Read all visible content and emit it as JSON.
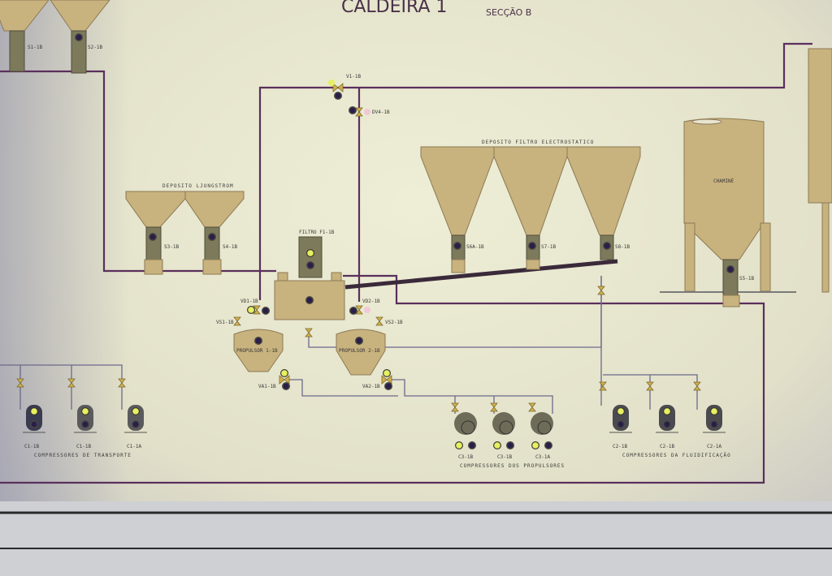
{
  "title": "CALDEIRA 1",
  "subtitle": "SECÇÃO B",
  "top_silos": [
    "S1-1B",
    "S2-1B"
  ],
  "valves_top": {
    "v1": "V1-1B",
    "dv4": "DV4-1B"
  },
  "ljungstrom": {
    "title": "DEPOSITO LJUNGSTROM",
    "silos": [
      "S3-1B",
      "S4-1B"
    ]
  },
  "filter": {
    "title": "FILTRO F1-1B"
  },
  "electrostatic": {
    "title": "DEPOSITO FILTRO ELECTROSTATICO",
    "silos": [
      "S6A-1B",
      "S7-1B",
      "S8-1B"
    ]
  },
  "silo_right": {
    "title": "CHAMINÉ",
    "valve": "S5-1B"
  },
  "propulsors": {
    "p1": {
      "label": "PROPULSOR 1-1B",
      "vd": "VD1-1B",
      "vs": "VS1-1B",
      "va": "VA1-1B"
    },
    "p2": {
      "label": "PROPULSOR 2-1B",
      "vd": "VD2-1B",
      "vs": "VS2-1B",
      "va": "VA2-1B"
    }
  },
  "compressor_groups": [
    {
      "title": "COMPRESSORES DE TRANSPORTE",
      "units": [
        "C1-1B",
        "C1-1B",
        "C1-1A"
      ]
    },
    {
      "title": "COMPRESSORES DOS PROPULSORES",
      "units": [
        "C3-1B",
        "C3-1B",
        "C3-1A"
      ]
    },
    {
      "title": "COMPRESSORES DA FLUIDIFICAÇÃO",
      "units": [
        "C2-1B",
        "C2-1B",
        "C2-1A"
      ]
    }
  ],
  "colors": {
    "pipe": "#5a2f5c",
    "equipment": "#c8b27e",
    "lamp_on": "#e6f060",
    "panel": "#e4e2cc"
  }
}
